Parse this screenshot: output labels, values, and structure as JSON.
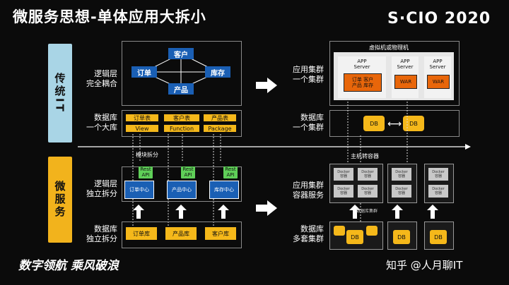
{
  "title": "微服务思想-单体应用大拆小",
  "brand": "S·CIO 2020",
  "side": {
    "traditional": "传统IT",
    "microservice": "微服务"
  },
  "rows": {
    "logic_coupled": "逻辑层\n完全耦合",
    "db_single": "数据库\n一个大库",
    "logic_split": "逻辑层\n独立拆分",
    "db_split": "数据库\n独立拆分",
    "app_cluster_one": "应用集群\n一个集群",
    "db_cluster_one": "数据库\n一个集群",
    "app_cluster_container": "应用集群\n容器服务",
    "db_cluster_multi": "数据库\n多套集群"
  },
  "nodes": {
    "customer": "客户",
    "order": "订单",
    "inventory": "库存",
    "product": "产品"
  },
  "tables": [
    {
      "name": "订单表",
      "view": "View"
    },
    {
      "name": "客户表",
      "view": "Function"
    },
    {
      "name": "产品表",
      "view": "Package"
    }
  ],
  "module_split": "模块拆分",
  "rest_api": "Rest\nAPI",
  "services": [
    "订单中心",
    "产品中心",
    "库存中心"
  ],
  "split_dbs": [
    "订单库",
    "产品库",
    "客户库"
  ],
  "vm_title": "虚拟机或物理机",
  "app_server": "APP\nServer",
  "server_modules": "订单 客户\n产品 库存",
  "war": "WAR",
  "db": "DB",
  "host_to_container": "主机转容器",
  "docker": "Docker\n容器",
  "db_cluster": "数据库集群",
  "footer_left": "数字领航  乘风破浪",
  "footer_right": "知乎 @人月聊IT"
}
